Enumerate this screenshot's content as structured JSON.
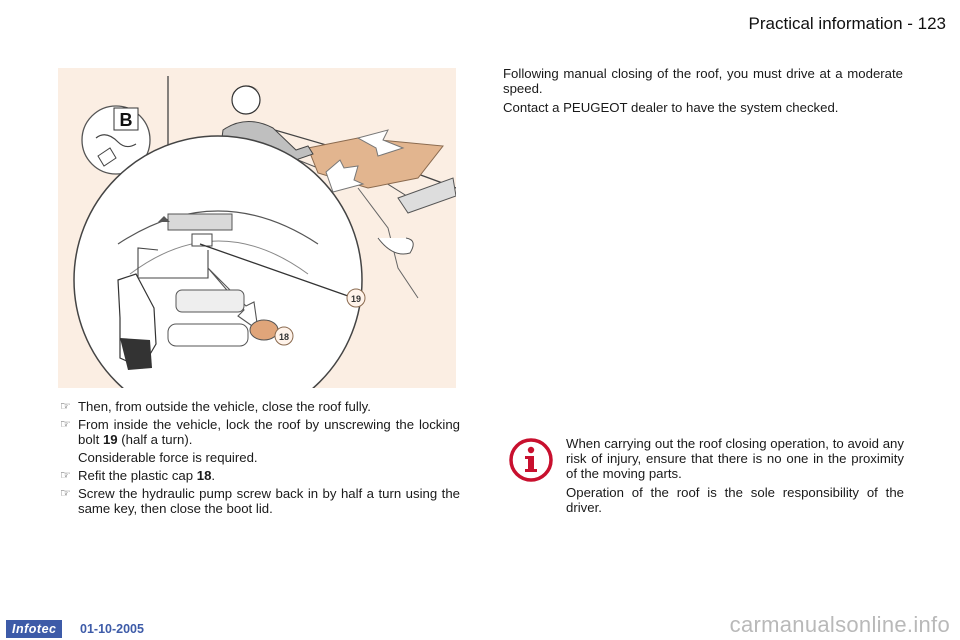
{
  "header": {
    "title": "Practical information - 123"
  },
  "figure": {
    "label_b": "B",
    "callout_19": "19",
    "callout_18": "18"
  },
  "left_list": [
    {
      "text": "Then, from outside the vehicle, close the roof fully."
    },
    {
      "text_before": "From inside the vehicle, lock the roof by unscrewing the locking bolt ",
      "bold": "19",
      "text_after": " (half a turn)."
    },
    {
      "plain": "Considerable force is required."
    },
    {
      "text_before": "Refit the plastic cap ",
      "bold": "18",
      "text_after": "."
    },
    {
      "text": "Screw the hydraulic pump screw back in by half a turn using the same key, then close the boot lid."
    }
  ],
  "right_top": [
    "Following manual closing of the roof, you must drive at a moderate speed.",
    "Contact a PEUGEOT dealer to have the system checked."
  ],
  "info": {
    "paragraphs": [
      "When carrying out the roof closing operation, to avoid any risk of injury, ensure that there is no one in the proximity of the moving parts.",
      "Operation of the roof is the sole responsibility of the driver."
    ],
    "color": "#c8102e"
  },
  "footer": {
    "badge": "Infotec",
    "date": "01-10-2005"
  },
  "watermark": "carmanualsonline.info"
}
